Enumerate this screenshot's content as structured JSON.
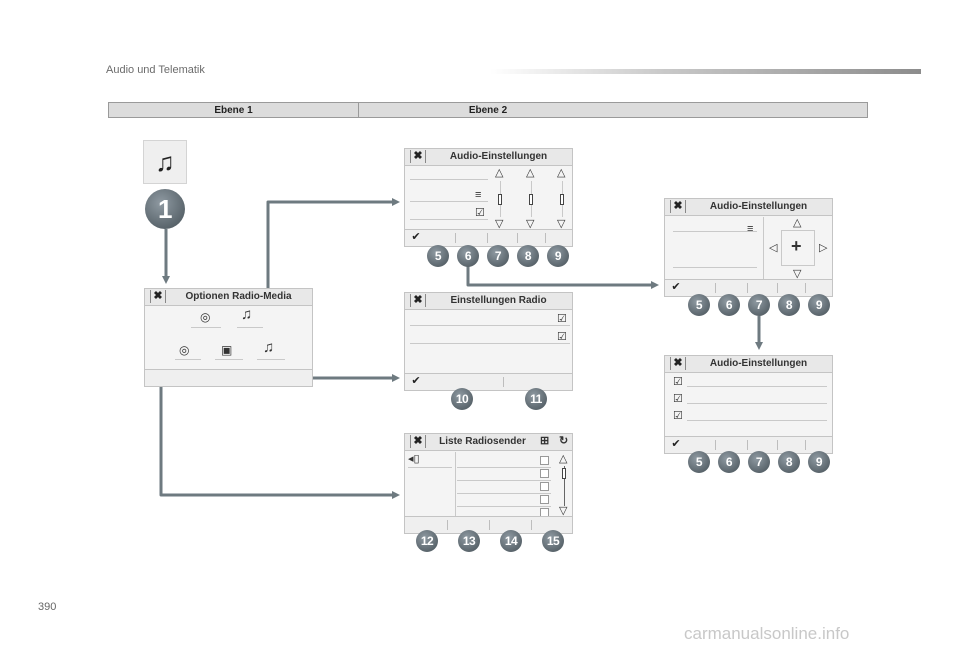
{
  "header": {
    "title": "Audio und Telematik"
  },
  "levels": {
    "level1": "Ebene 1",
    "level2": "Ebene 2"
  },
  "step1": {
    "badge": "1",
    "icon": "music-note-icon"
  },
  "panels": {
    "optionen": {
      "title": "Optionen Radio-Media"
    },
    "audio_top": {
      "title": "Audio-Einstellungen",
      "badges": [
        "5",
        "6",
        "7",
        "8",
        "9"
      ]
    },
    "radio": {
      "title": "Einstellungen Radio",
      "badges": [
        "10",
        "11"
      ]
    },
    "sender": {
      "title": "Liste Radiosender",
      "badges": [
        "12",
        "13",
        "14",
        "15"
      ]
    },
    "audio_right1": {
      "title": "Audio-Einstellungen",
      "badges": [
        "5",
        "6",
        "7",
        "8",
        "9"
      ]
    },
    "audio_right2": {
      "title": "Audio-Einstellungen",
      "badges": [
        "5",
        "6",
        "7",
        "8",
        "9"
      ]
    }
  },
  "footer": {
    "page_number": "390",
    "watermark": "carmanualsonline.info"
  },
  "colors": {
    "badge": "#5b666d",
    "arrow": "#6e7a80",
    "panel_bg": "#f4f4f4"
  }
}
